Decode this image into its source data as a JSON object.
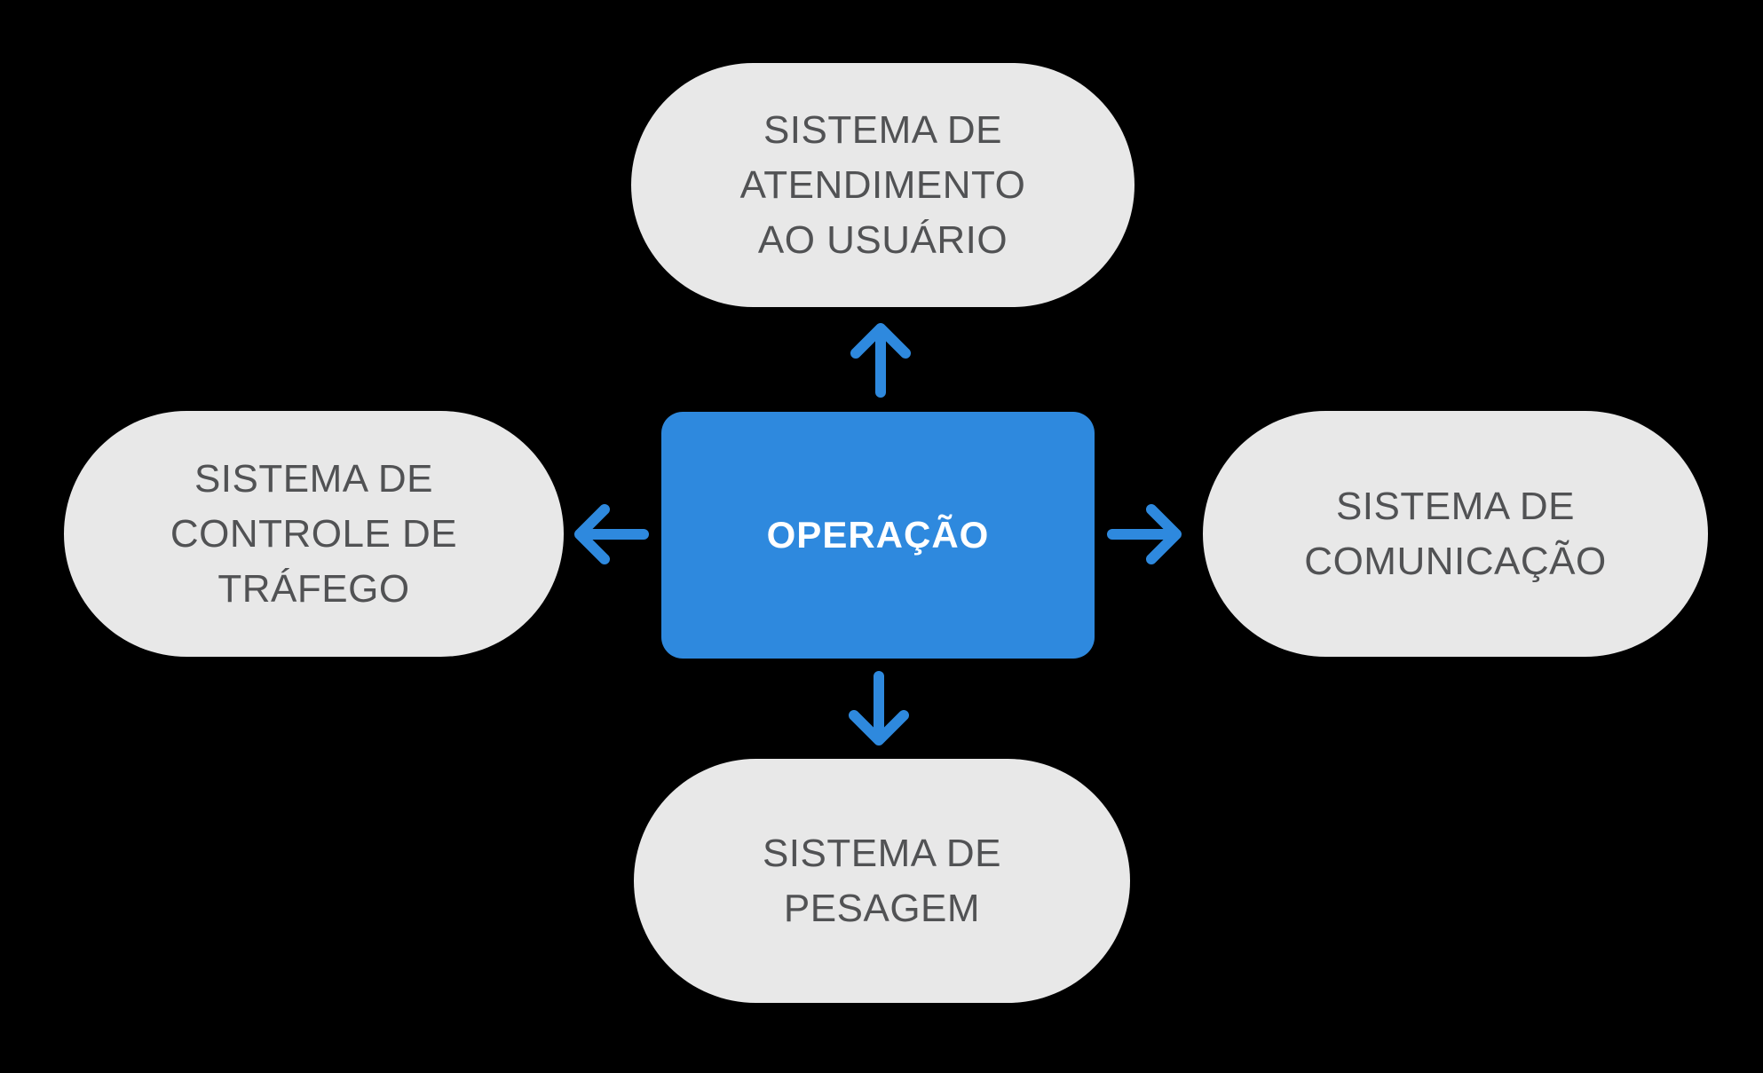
{
  "diagram": {
    "title": "",
    "center": {
      "label": "OPERAÇÃO"
    },
    "nodes": {
      "top": {
        "label": "SISTEMA DE\nATENDIMENTO\nAO USUÁRIO"
      },
      "left": {
        "label": "SISTEMA DE\nCONTROLE DE\nTRÁFEGO"
      },
      "right": {
        "label": "SISTEMA DE\nCOMUNICAÇÃO"
      },
      "bottom": {
        "label": "SISTEMA DE\nPESAGEM"
      }
    },
    "arrows": {
      "up": {
        "icon": "arrow-up-icon",
        "from": "center",
        "to": "top"
      },
      "down": {
        "icon": "arrow-down-icon",
        "from": "center",
        "to": "bottom"
      },
      "left": {
        "icon": "arrow-left-icon",
        "from": "center",
        "to": "left"
      },
      "right": {
        "icon": "arrow-right-icon",
        "from": "center",
        "to": "right"
      }
    },
    "colors": {
      "node_bg": "#E8E8E8",
      "node_text": "#515254",
      "center_bg": "#2E89DE",
      "center_text": "#FFFFFF",
      "arrow": "#2E89DE",
      "background": "#000000"
    }
  }
}
